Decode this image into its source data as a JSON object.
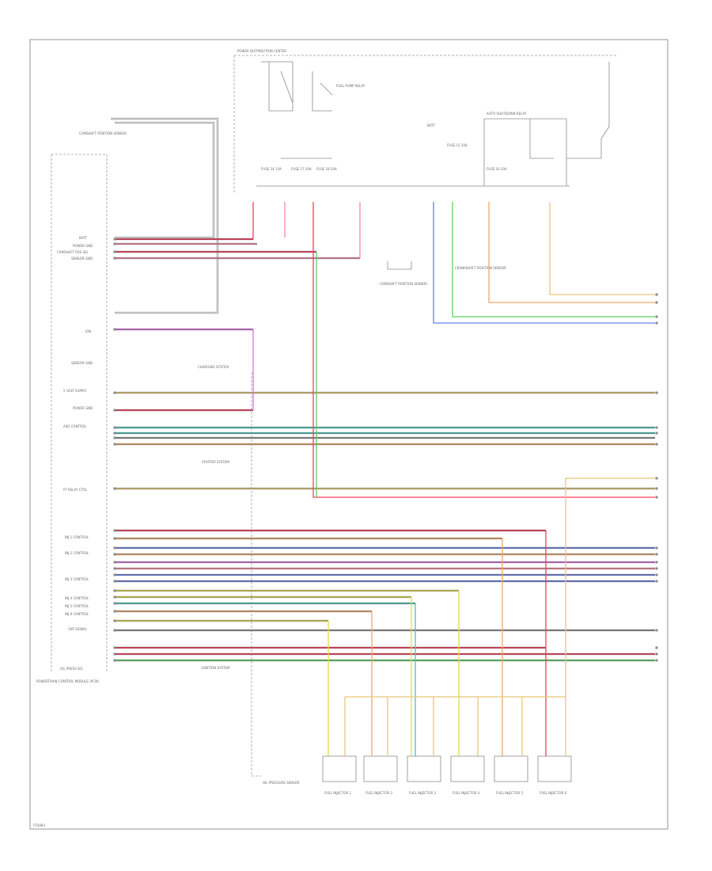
{
  "colors": {
    "red": "#ff3a5a",
    "pink": "#f48aa0",
    "violet": "#dd6ce0",
    "blue": "#6c7fe6",
    "green": "#5ad35a",
    "yellow": "#e3d94a",
    "tan": "#e6c877",
    "orange": "#efa86a",
    "teal": "#47c6b6",
    "gray": "#8f8f8f",
    "black": "#333333",
    "frame": "#8a8a8a"
  },
  "labels": {
    "figure_number": "F55893",
    "pcm_name": "POWERTRAIN CONTROL MODULE (PCM)",
    "cam_sensor": "CAMSHAFT POSITION SENSOR",
    "pdc": "POWER DISTRIBUTION CENTER",
    "fuel_pump_relay": "FUEL PUMP RELAY",
    "auto_shutdown_relay": "AUTO SHUTDOWN RELAY",
    "bat": "BATT",
    "fuse_labels": [
      "FUSE 14 15A",
      "FUSE 17 20A",
      "FUSE 18 20A",
      "FUSE 12 10A",
      "FUSE 16 20A"
    ],
    "crank_sensor": "CRANKSHAFT POSITION SENSOR",
    "starter_system": "STARTER SYSTEM",
    "charging_system": "CHARGING SYSTEM",
    "ignition_system": "IGNITION SYSTEM",
    "inj_1": "FUEL INJECTOR 1",
    "inj_2": "FUEL INJECTOR 2",
    "inj_3": "FUEL INJECTOR 3",
    "inj_4": "FUEL INJECTOR 4",
    "inj_5": "FUEL INJECTOR 5",
    "inj_6": "FUEL INJECTOR 6",
    "oil_pressure_sensor": "OIL PRESSURE SENSOR",
    "pcm_pins": [
      "BATT",
      "POWER GND",
      "CAMSHAFT POS SIG",
      "SENSOR GND",
      "IGN",
      "SENSOR GND",
      "ASD CONTROL",
      "5 VOLT SUPPLY",
      "POWER GND",
      "INJ 1 CONTROL",
      "INJ 2 CONTROL",
      "INJ 3 CONTROL",
      "INJ 4 CONTROL",
      "INJ 5 CONTROL",
      "INJ 6 CONTROL",
      "FP RELAY CTRL",
      "CKP SIGNAL",
      "OIL PRESS SIG"
    ]
  }
}
